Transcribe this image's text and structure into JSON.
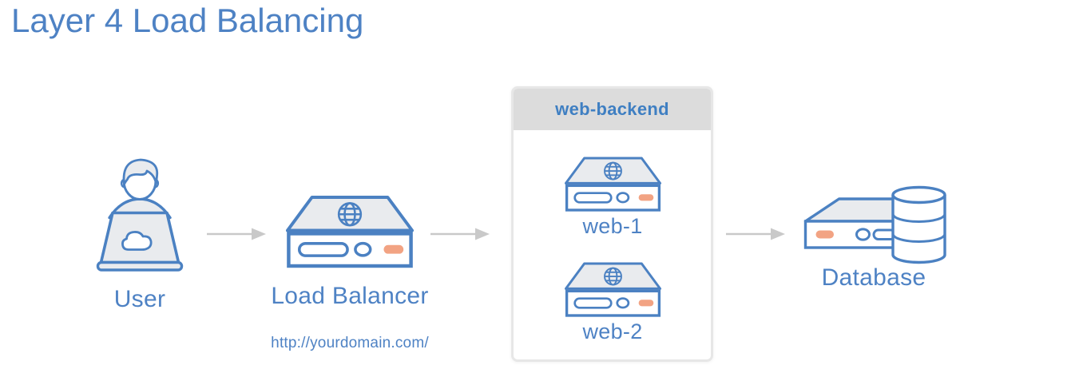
{
  "title": "Layer 4 Load Balancing",
  "nodes": {
    "user": {
      "label": "User"
    },
    "load_balancer": {
      "label": "Load Balancer",
      "url": "http://yourdomain.com/"
    },
    "backend": {
      "label": "web-backend",
      "servers": [
        {
          "label": "web-1"
        },
        {
          "label": "web-2"
        }
      ]
    },
    "database": {
      "label": "Database"
    }
  },
  "edges": [
    {
      "from": "user",
      "to": "load_balancer"
    },
    {
      "from": "load_balancer",
      "to": "web-backend"
    },
    {
      "from": "web-backend",
      "to": "database"
    }
  ],
  "colors": {
    "accent_blue": "#4b81c2",
    "text_blue": "#4e82c4",
    "icon_fill_gray": "#e9ebee",
    "led_orange": "#f2a383",
    "arrow_gray": "#c9c9c9",
    "group_header_gray": "#dcdcdc",
    "group_border_gray": "#e7e7e7"
  }
}
